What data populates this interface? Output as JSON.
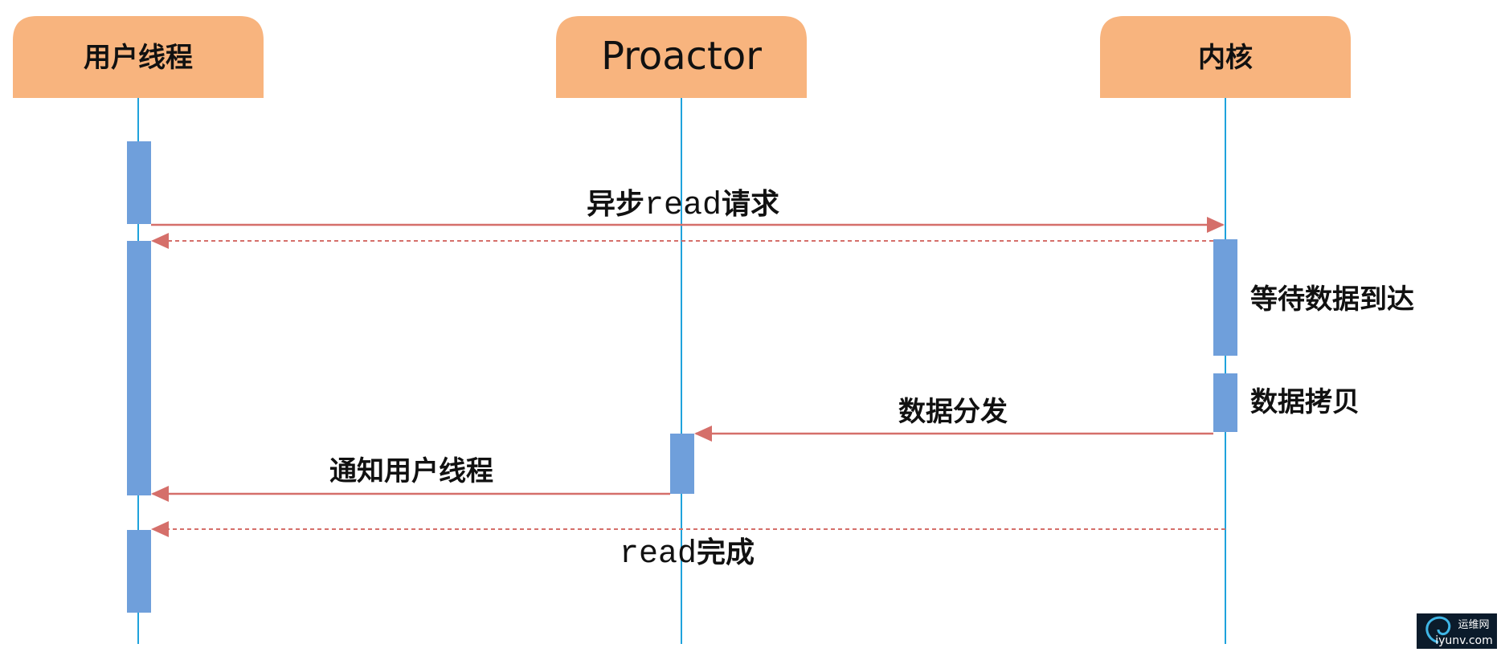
{
  "actors": [
    {
      "id": "user",
      "label": "用户线程"
    },
    {
      "id": "proactor",
      "label": "Proactor"
    },
    {
      "id": "kernel",
      "label": "内核"
    }
  ],
  "messages": [
    {
      "id": "async-read",
      "prefix": "异步",
      "mono": "read",
      "suffix": "请求",
      "from": "user",
      "to": "kernel",
      "style": "solid"
    },
    {
      "id": "return-1",
      "from": "kernel",
      "to": "user",
      "style": "dashed"
    },
    {
      "id": "dispatch",
      "text": "数据分发",
      "from": "kernel",
      "to": "proactor",
      "style": "solid"
    },
    {
      "id": "notify",
      "text": "通知用户线程",
      "from": "proactor",
      "to": "user",
      "style": "solid"
    },
    {
      "id": "read-done",
      "mono": "read",
      "suffix": "完成",
      "from": "kernel",
      "to": "user",
      "style": "dashed"
    }
  ],
  "notes": [
    {
      "id": "wait-data",
      "text": "等待数据到达"
    },
    {
      "id": "copy-data",
      "text": "数据拷贝"
    }
  ],
  "watermark": {
    "line1": "运维网",
    "line2": "iyunv.com"
  },
  "colors": {
    "actor_box": "#F8B47E",
    "lifeline": "#1FA3DC",
    "activation": "#6F9FDB",
    "arrow": "#D56F6A",
    "watermark_bg": "#0b1b2b"
  }
}
